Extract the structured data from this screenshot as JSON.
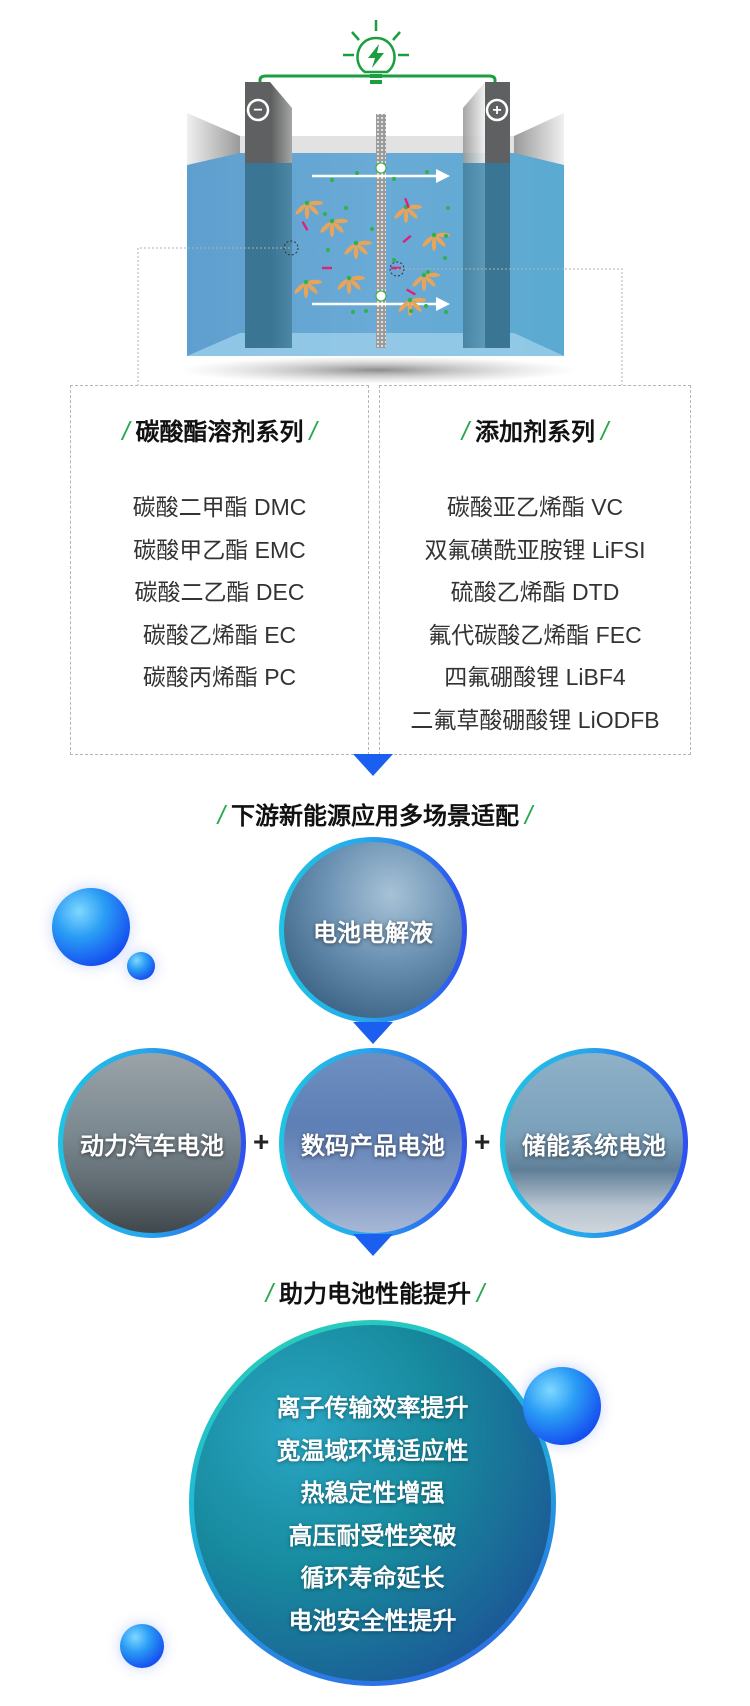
{
  "diagram": {
    "negative_symbol": "−",
    "positive_symbol": "+",
    "colors": {
      "wire": "#1a9e3f",
      "electrolyte": "#5aa6d2",
      "electrode": "#5e6061",
      "molecule": "#e8a55a",
      "ion": "#2cb34a",
      "anion": "#e0207a"
    }
  },
  "solvents": {
    "title": "碳酸酯溶剂系列",
    "items": [
      "碳酸二甲酯 DMC",
      "碳酸甲乙酯 EMC",
      "碳酸二乙酯 DEC",
      "碳酸乙烯酯 EC",
      "碳酸丙烯酯 PC"
    ]
  },
  "additives": {
    "title": "添加剂系列",
    "items": [
      "碳酸亚乙烯酯 VC",
      "双氟磺酰亚胺锂 LiFSI",
      "硫酸乙烯酯 DTD",
      "氟代碳酸乙烯酯 FEC",
      "四氟硼酸锂 LiBF4",
      "二氟草酸硼酸锂 LiODFB"
    ]
  },
  "applications": {
    "title": "下游新能源应用多场景适配",
    "source": "电池电解液",
    "targets": [
      "动力汽车电池",
      "数码产品电池",
      "储能系统电池"
    ],
    "plus": "+"
  },
  "performance": {
    "title": "助力电池性能提升",
    "items": [
      "离子传输效率提升",
      "宽温域环境适应性",
      "热稳定性增强",
      "高压耐受性突破",
      "循环寿命延长",
      "电池安全性提升"
    ]
  },
  "slash": "/",
  "accent_colors": {
    "green": "#2aa84a",
    "blue": "#1a5ff0",
    "cyan": "#1fc4e4"
  }
}
